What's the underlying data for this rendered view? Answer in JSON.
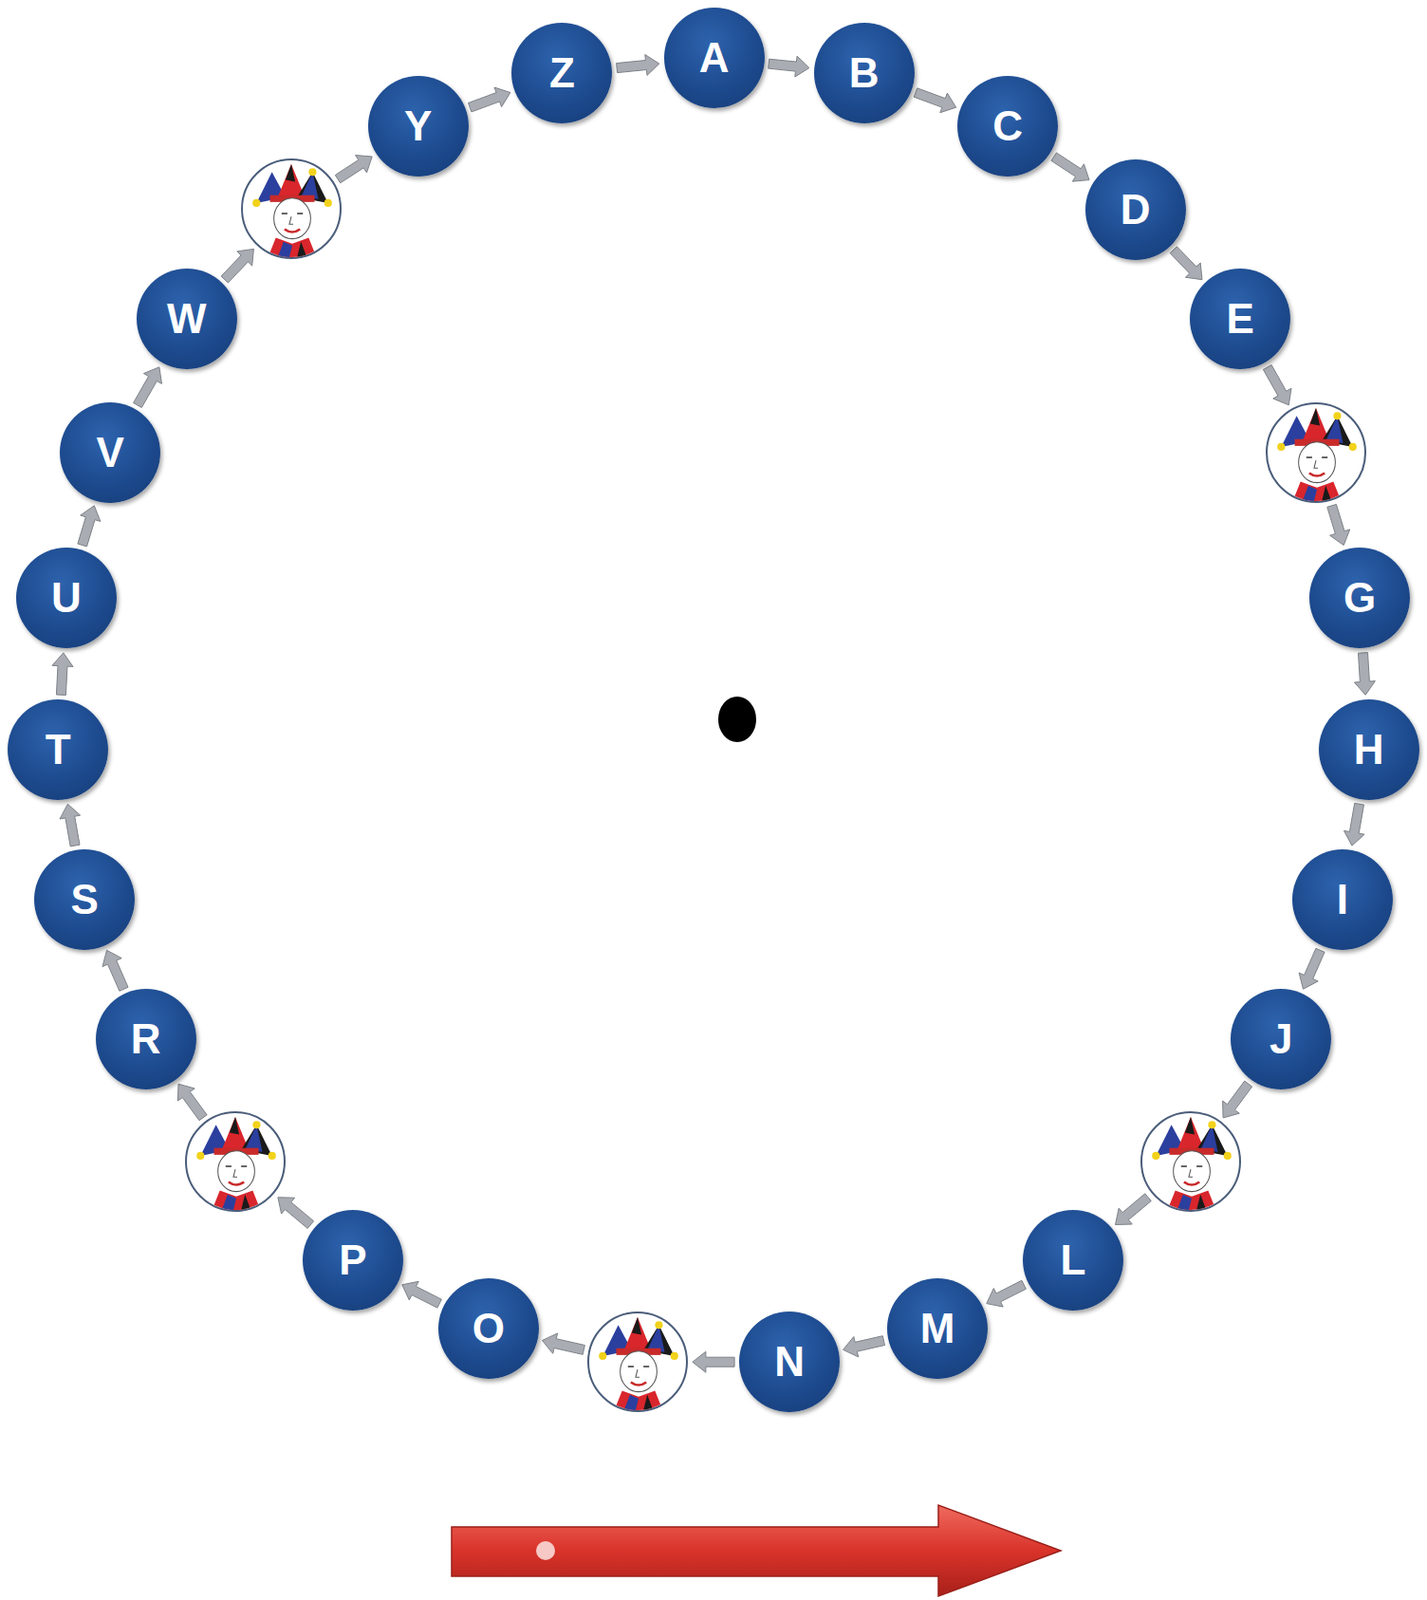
{
  "diagram": {
    "nodes": [
      {
        "text": [
          "A"
        ]
      },
      {
        "text": [
          "B"
        ]
      },
      {
        "text": [
          "C"
        ]
      },
      {
        "text": [
          "D"
        ]
      },
      {
        "text": [
          "E"
        ]
      },
      {
        "text": []
      },
      {
        "text": [
          "G"
        ]
      },
      {
        "text": [
          "H"
        ]
      },
      {
        "text": [
          "I"
        ]
      },
      {
        "text": [
          "J"
        ]
      },
      {
        "text": []
      },
      {
        "text": [
          "L"
        ]
      },
      {
        "text": [
          "M"
        ]
      },
      {
        "text": [
          "N"
        ]
      },
      {
        "text": []
      },
      {
        "text": [
          "O"
        ]
      },
      {
        "text": [
          "P"
        ]
      },
      {
        "text": []
      },
      {
        "text": [
          "R"
        ]
      },
      {
        "text": [
          "S"
        ]
      },
      {
        "text": [
          "T"
        ]
      },
      {
        "text": [
          "U"
        ]
      },
      {
        "text": [
          "V"
        ]
      },
      {
        "text": [
          "W"
        ]
      },
      {
        "text": []
      },
      {
        "text": [
          "Y"
        ]
      },
      {
        "text": [
          "Z"
        ]
      }
    ],
    "edges": [
      {
        "from": 0,
        "to": 1,
        "arrow": "to"
      },
      {
        "from": 1,
        "to": 2,
        "arrow": "to"
      },
      {
        "from": 2,
        "to": 3,
        "arrow": "to"
      },
      {
        "from": 3,
        "to": 4,
        "arrow": "to"
      },
      {
        "from": 4,
        "to": 5,
        "arrow": "to"
      },
      {
        "from": 5,
        "to": 6,
        "arrow": "to"
      },
      {
        "from": 6,
        "to": 7,
        "arrow": "to"
      },
      {
        "from": 7,
        "to": 8,
        "arrow": "to"
      },
      {
        "from": 8,
        "to": 9,
        "arrow": "to"
      },
      {
        "from": 9,
        "to": 10,
        "arrow": "to"
      },
      {
        "from": 10,
        "to": 11,
        "arrow": "to"
      },
      {
        "from": 11,
        "to": 12,
        "arrow": "to"
      },
      {
        "from": 12,
        "to": 13,
        "arrow": "to"
      },
      {
        "from": 13,
        "to": 14,
        "arrow": "to"
      },
      {
        "from": 14,
        "to": 15,
        "arrow": "to"
      },
      {
        "from": 15,
        "to": 16,
        "arrow": "to"
      },
      {
        "from": 16,
        "to": 17,
        "arrow": "to"
      },
      {
        "from": 17,
        "to": 18,
        "arrow": "to"
      },
      {
        "from": 18,
        "to": 19,
        "arrow": "to"
      },
      {
        "from": 19,
        "to": 20,
        "arrow": "to"
      },
      {
        "from": 20,
        "to": 21,
        "arrow": "to"
      },
      {
        "from": 21,
        "to": 22,
        "arrow": "to"
      },
      {
        "from": 22,
        "to": 23,
        "arrow": "to"
      },
      {
        "from": 23,
        "to": 24,
        "arrow": "to"
      },
      {
        "from": 24,
        "to": 25,
        "arrow": "to"
      },
      {
        "from": 25,
        "to": 26,
        "arrow": "to"
      },
      {
        "from": 26,
        "to": 0,
        "arrow": "to"
      }
    ]
  }
}
